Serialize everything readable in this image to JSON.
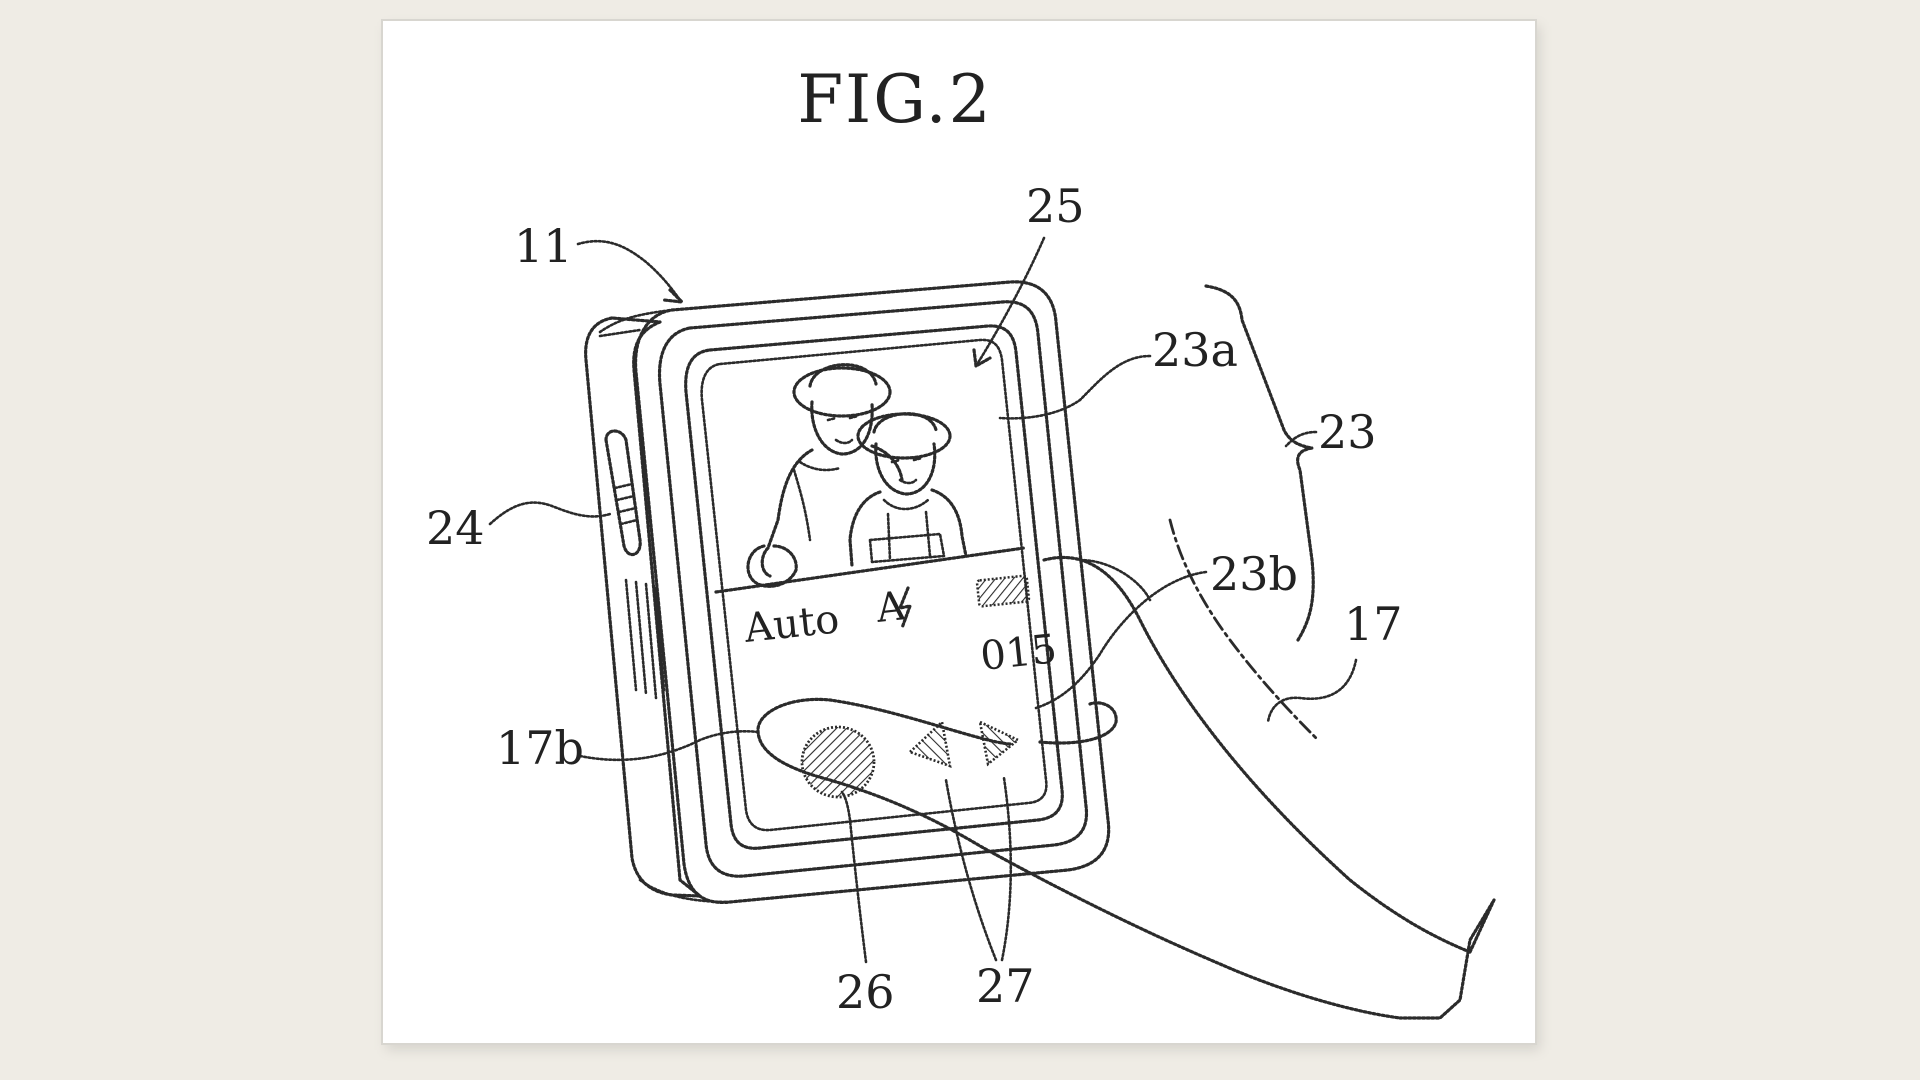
{
  "figure": {
    "title": "FIG.2"
  },
  "labels": {
    "device": "11",
    "screen": "25",
    "upper_area": "23a",
    "display": "23",
    "lower_area": "23b",
    "switch": "24",
    "finger": "17",
    "fingertip": "17b",
    "shutter_button": "26",
    "arrow_buttons": "27"
  },
  "screen_text": {
    "mode": "Auto",
    "flash": "A",
    "count": "015"
  },
  "colors": {
    "background": "#efece5",
    "paper": "#ffffff",
    "ink": "#2b2b2b"
  }
}
